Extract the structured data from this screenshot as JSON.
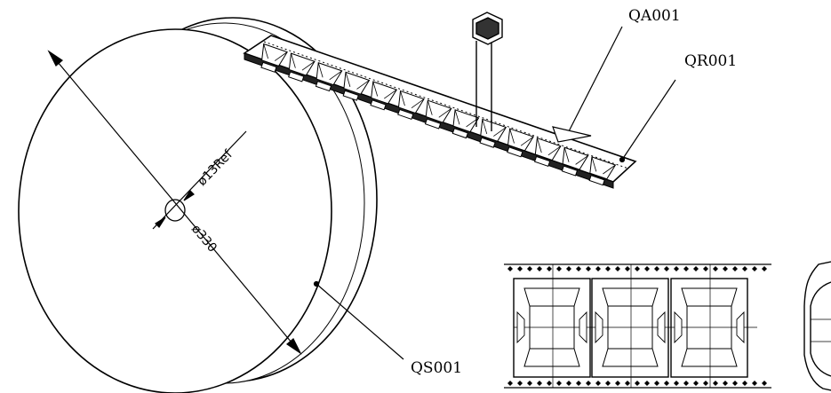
{
  "labels": {
    "tape_carrier": "QA001",
    "cover_tape": "QR001",
    "reel": "QS001"
  },
  "dimensions": {
    "hub_diameter": "ø13Ref",
    "reel_diameter": "ø330"
  }
}
